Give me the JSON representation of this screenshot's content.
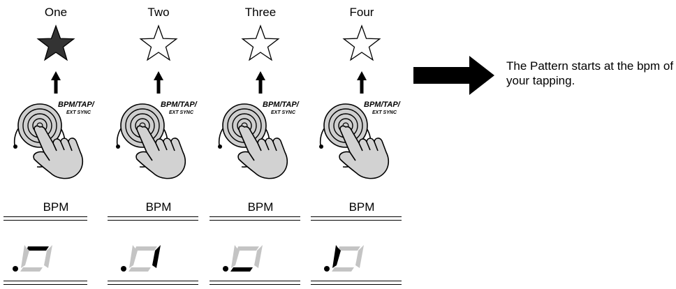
{
  "steps": [
    {
      "label": "One",
      "filled": true,
      "segment": "top"
    },
    {
      "label": "Two",
      "filled": false,
      "segment": "right"
    },
    {
      "label": "Three",
      "filled": false,
      "segment": "bottom"
    },
    {
      "label": "Four",
      "filled": false,
      "segment": "left"
    }
  ],
  "button_text": {
    "line1": "BPM/TAP/",
    "line2": "EXT SYNC"
  },
  "bpm_label": "BPM",
  "result_text": "The Pattern starts at the bpm of your tapping.",
  "colors": {
    "star_filled": "#333333",
    "segment_on": "#000000",
    "segment_off": "#c4c4c4",
    "hand_fill": "#d2d2d2",
    "button_fill": "#cfcfcf"
  }
}
